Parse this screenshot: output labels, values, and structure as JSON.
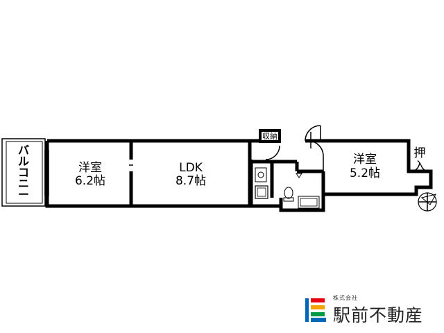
{
  "rooms": {
    "balcony": "バルコニー",
    "western1": {
      "name": "洋室",
      "size": "6.2帖"
    },
    "ldk": {
      "name": "LDK",
      "size": "8.7帖"
    },
    "storage": "収納",
    "western2": {
      "name": "洋室",
      "size": "5.2帖"
    },
    "closet_top": "押",
    "closet_bottom": "入"
  },
  "logo": {
    "company_type": "株式会社",
    "company_name": "駅前不動産",
    "colors": [
      "#e60012",
      "#f5a300",
      "#009944",
      "#0068b7"
    ]
  }
}
